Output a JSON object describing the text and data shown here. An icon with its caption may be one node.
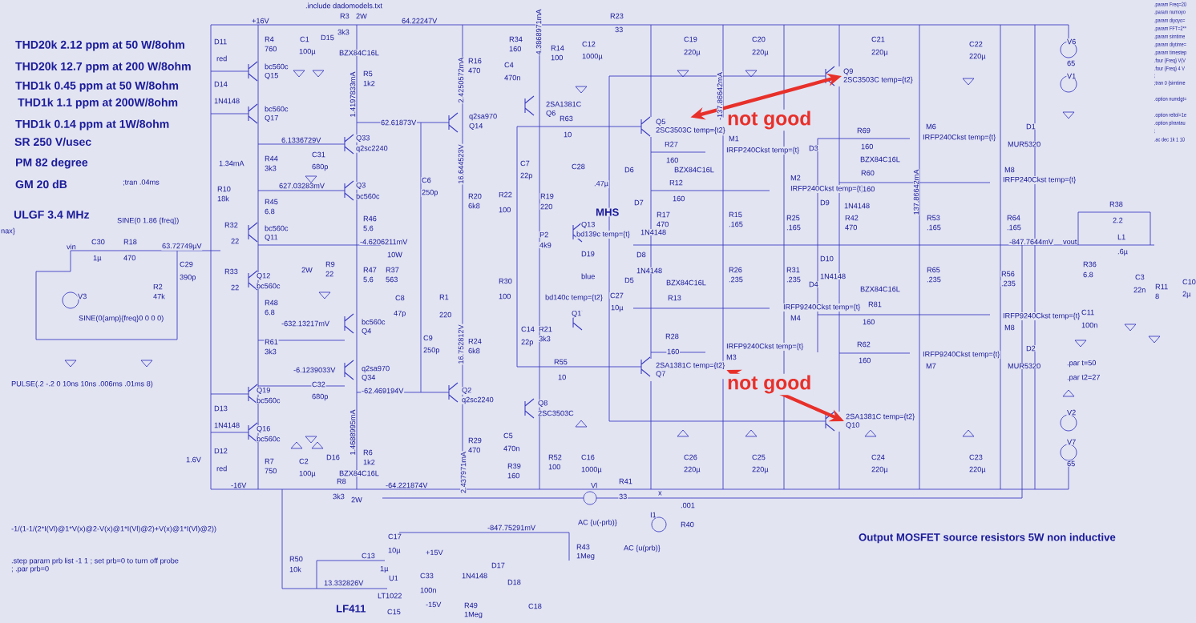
{
  "diagram": {
    "nodes": [
      {
        "text": [
          "Q5",
          "2SC3503C temp={t2}"
        ]
      },
      {
        "text": [
          "Q9",
          "2SC3503C temp={t2}"
        ]
      },
      {
        "text": [
          "2SA1381C temp={t2}",
          "Q7"
        ]
      },
      {
        "text": [
          "2SA1381C temp={t2}",
          "Q10"
        ]
      }
    ],
    "edges": [
      {
        "from": 0,
        "to": 1,
        "arrow": "both",
        "label": "not good",
        "color": "#e8302a"
      },
      {
        "from": 2,
        "to": 3,
        "arrow": "both",
        "label": "not good",
        "color": "#e8302a"
      }
    ],
    "labels": [
      "THD20k 2.12 ppm at 50 W/8ohm",
      "THD20k 12.7 ppm at 200 W/8ohm",
      "THD1k 0.45 ppm at 50 W/8ohm",
      "THD1k 1.1 ppm at 200W/8ohm",
      "THD1k 0.14 ppm at 1W/8ohm",
      "SR 250 V/usec",
      "PM  82 degree",
      "GM  20 dB",
      "ULGF 3.4 MHz",
      ";tran .04ms",
      "SINE(0 1.86 {freq})",
      "nax}",
      ".include dadomodels.txt",
      "vin",
      "SINE(0{amp}{freq}0 0 0 0)",
      "PULSE(.2 -.2 0 10ns 10ns .006ms .01ms 8)",
      "-1/(1-1/(2*I(Vl)@1*V(x)@2-V(x)@1*I(Vl)@2)+V(x)@1*I(Vl)@2))",
      ".step param prb list -1 1 ; set prb=0 to turn off probe",
      "; .par prb=0",
      "LF411",
      "Output MOSFET source resistors 5W non inductive",
      ".par t=50",
      ".par t2=27",
      "MHS",
      ".param Freq=20",
      ".param numoyo",
      ".param diyoyo=",
      ".param FFT=2**",
      ".param simtime",
      ".param diytime=",
      ".param timestep",
      ".four {Freq} V(V",
      ".four {Freq} 4 V",
      ";",
      ";tran 0 {simtime",
      ".option numdgt=",
      ".option reltol=1e",
      ".option plrantau",
      ";",
      ".ac dec 1k 1 10",
      "+16V",
      "D11",
      "red",
      "R4",
      "760",
      "C1",
      "100µ",
      "D15",
      "R3",
      "3k3",
      "2W",
      "BZX84C16L",
      "bc560c",
      "Q15",
      "D14",
      "1N4148",
      "bc560c",
      "Q17",
      "R5",
      "1k2",
      "62.61873V",
      "6.1336729V",
      "Q33",
      "q2sc2240",
      "C31",
      "680p",
      "R44",
      "3k3",
      "1.34mA",
      "627.03283mV",
      "Q3",
      "bc560c",
      "R10",
      "18k",
      "R45",
      "6.8",
      "R46",
      "5.6",
      "bc560c",
      "Q11",
      "R32",
      "22",
      "-4.6206211mV",
      "10W",
      "C30",
      "1µ",
      "R18",
      "470",
      "63.72749µV",
      "C29",
      "390p",
      "2W",
      "R9",
      "22",
      "R47",
      "5.6",
      "R37",
      "563",
      "R33",
      "22",
      "Q12",
      "bc560c",
      "R2",
      "47k",
      "V3",
      "R48",
      "6.8",
      "1.4197833mA",
      "64.22247V",
      "R23",
      "33",
      "R34",
      "160",
      "R14",
      "100",
      "C12",
      "1000µ",
      "C4",
      "470n",
      "R16",
      "470",
      "C19",
      "220µ",
      "C20",
      "220µ",
      "2SA1381C",
      "Q6",
      "q2sa970",
      "Q14",
      "R63",
      "10",
      "M1",
      "IRFP240Ckst temp={t}",
      "R27",
      "160",
      "C7",
      "22p",
      "C28",
      ".47µ",
      "C6",
      "250p",
      "BZX84C16L",
      "D6",
      "R12",
      "160",
      "M2",
      "IRFP240Ckst temp={t}",
      "R20",
      "6k8",
      "R22",
      "100",
      "R19",
      "220",
      "D7",
      "Q13",
      "bd139c temp={t}",
      "R17",
      "470",
      "1N4148",
      "R15",
      ".165",
      "P2",
      "4k9",
      "D19",
      "blue",
      "D8",
      "1N4148",
      "R26",
      ".235",
      "R30",
      "100",
      "D5",
      "BZX84C16L",
      "bd140c temp={t2}",
      "C27",
      "10µ",
      "R13",
      "C8",
      "47p",
      "R1",
      "220",
      "2.4250572mA",
      "16.644523V",
      "4.3868971mA",
      "-137.86642mA",
      "C21",
      "220µ",
      "C22",
      "220µ",
      "V6",
      "65",
      "V1",
      "M6",
      "IRFP240Ckst temp={t}",
      "R69",
      "160",
      "D1",
      "MUR5320",
      "D3",
      "BZX84C16L",
      "M8",
      "IRFP240Ckst temp={t}",
      "R60",
      "160",
      "D9",
      "1N4148",
      "R25",
      ".165",
      "R42",
      "470",
      "R53",
      ".165",
      "R64",
      ".165",
      "R38",
      "2.2",
      "-847.7644mV",
      "vout",
      "L1",
      ".6µ",
      "D10",
      "R31",
      ".235",
      "1N4148",
      "R65",
      ".235",
      "R56",
      ".235",
      "R36",
      "6.8",
      "D4",
      "BZX84C16L",
      "C3",
      "22n",
      "R11",
      "8",
      "C10",
      "2µ",
      "137.86642mA",
      "Q1",
      "C14",
      "22p",
      "R21",
      "3k3",
      "C9",
      "250p",
      "R24",
      "6k8",
      "R28",
      "160",
      "IRFP9240Ckst temp={t}",
      "M3",
      "M4",
      "IRFP9240Ckst temp={t}",
      "R55",
      "10",
      "-62.469194V",
      "Q2",
      "q2sc2240",
      "Q8",
      "2SC3503C",
      "C5",
      "470n",
      "R29",
      "470",
      "C16",
      "1000µ",
      "C26",
      "220µ",
      "C25",
      "220µ",
      "R52",
      "100",
      "R39",
      "160",
      "-64.221874V",
      "Vl",
      "R41",
      "33",
      "x",
      ".001",
      "I1",
      "R40",
      "AC {u(-prb)}",
      "AC {u(prb)}",
      "-847.75291mV",
      "R43",
      "1Meg",
      "+15V",
      "C33",
      "100n",
      "1N4148",
      "D17",
      "D18",
      "R49",
      "1Meg",
      "-15V",
      "C18",
      "16.752812V",
      "2.437971mA",
      "-632.13217mV",
      "bc560c",
      "Q4",
      "R61",
      "3k3",
      "-6.1239033V",
      "q2sa970",
      "Q34",
      "C32",
      "680p",
      "Q19",
      "bc560c",
      "D13",
      "1N4148",
      "Q16",
      "bc560c",
      "D12",
      "1.6V",
      "red",
      "R7",
      "750",
      "C2",
      "100µ",
      "D16",
      "R6",
      "1k2",
      "BZX84C16L",
      "-16V",
      "R8",
      "3k3",
      "2W",
      "C17",
      "10µ",
      "C13",
      "1µ",
      "R50",
      "10k",
      "13.332826V",
      "U1",
      "LT1022",
      "C15",
      "1.4688995mA",
      "R81",
      "160",
      "IRFP9240Ckst temp={t}",
      "M8",
      "C11",
      "100n",
      "R62",
      "160",
      "IRFP9240Ckst temp={t}",
      "M7",
      "D2",
      "MUR5320",
      "C24",
      "220µ",
      "C23",
      "220µ",
      "V2",
      "V7",
      "65"
    ]
  }
}
